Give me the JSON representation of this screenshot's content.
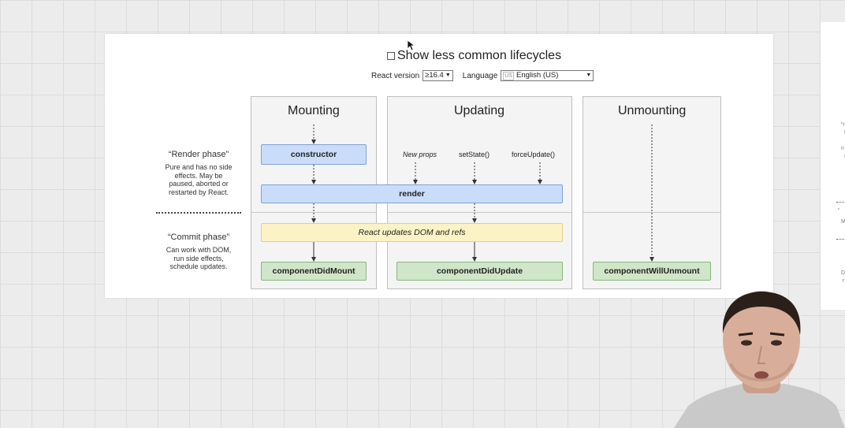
{
  "controls": {
    "show_less_common": "Show less common lifecycles",
    "react_version_label": "React version",
    "react_version_value": "≥16.4",
    "language_label": "Language",
    "language_flag": "US",
    "language_value": "English (US)"
  },
  "panels": {
    "mounting": "Mounting",
    "updating": "Updating",
    "unmounting": "Unmounting"
  },
  "phases": {
    "render_title": "“Render phase”",
    "render_desc": [
      "Pure and has no side",
      "effects. May be",
      "paused, aborted or",
      "restarted by React."
    ],
    "commit_title": "“Commit phase”",
    "commit_desc": [
      "Can work with DOM,",
      "run side effects,",
      "schedule updates."
    ]
  },
  "nodes": {
    "constructor": "constructor",
    "render": "render",
    "react_updates": "React updates DOM and refs",
    "did_mount": "componentDidMount",
    "did_update": "componentDidUpdate",
    "will_unmount": "componentWillUnmount"
  },
  "triggers": {
    "new_props": "New props",
    "set_state": "setState()",
    "force_update": "forceUpdate()"
  },
  "colors": {
    "blue_fill": "#c9ddfa",
    "yellow_fill": "#fbf2c6",
    "green_fill": "#cfe6c8",
    "panel_fill": "#f4f4f4"
  }
}
